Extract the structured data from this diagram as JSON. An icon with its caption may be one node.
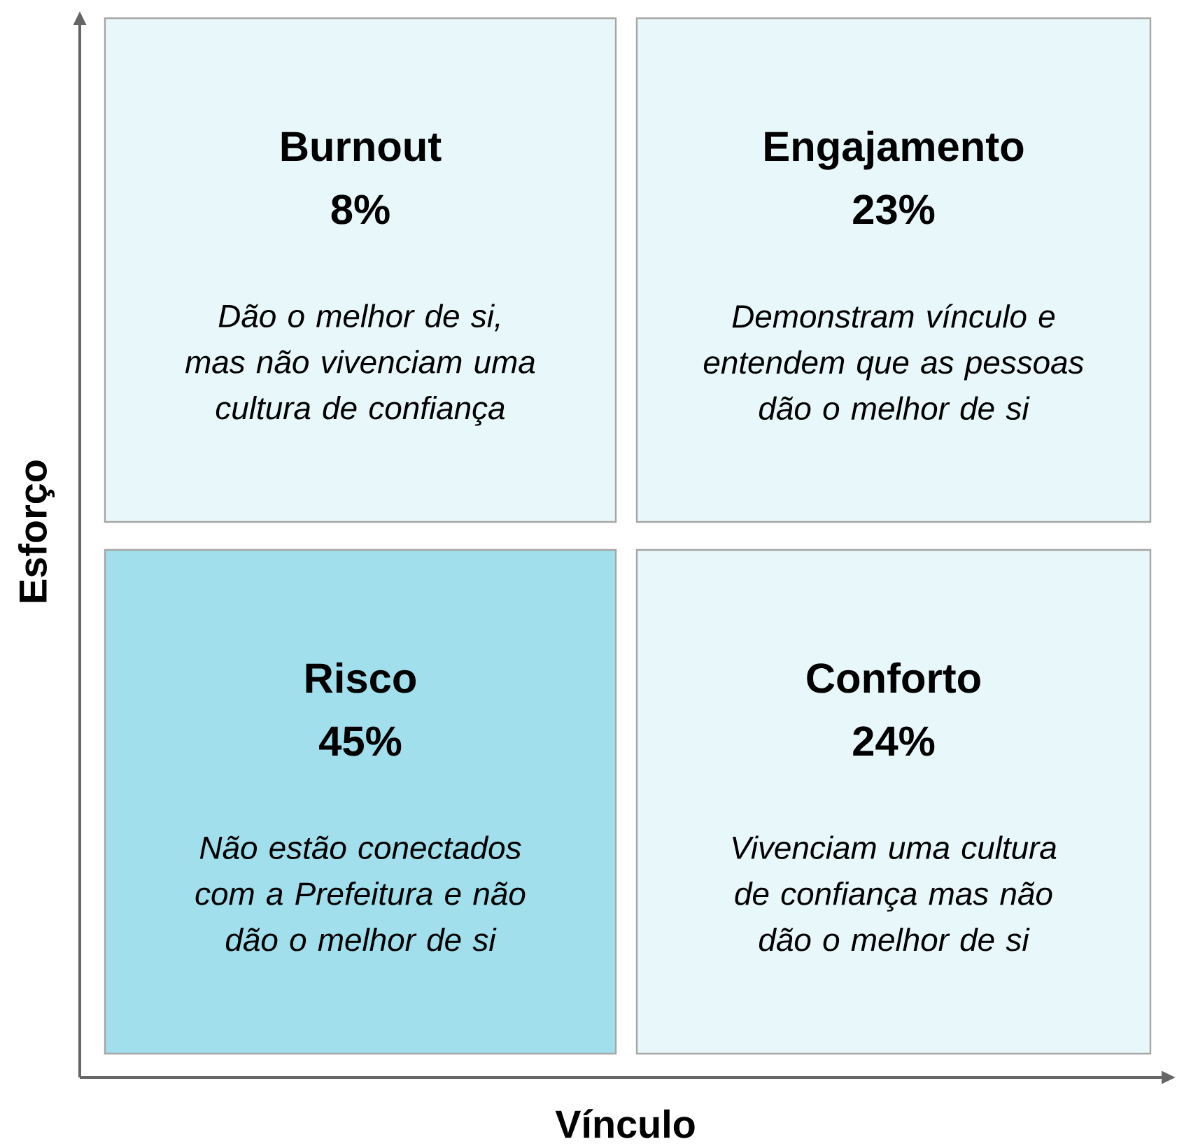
{
  "diagram": {
    "nodes": [
      {
        "text": [
          "Burnout",
          "8%",
          "Dão o melhor de si, mas não vivenciam uma cultura de confiança"
        ]
      },
      {
        "text": [
          "Engajamento",
          "23%",
          "Demonstram vínculo e entendem que as pessoas dão o melhor de si"
        ]
      },
      {
        "text": [
          "Risco",
          "45%",
          "Não estão conectados com a Prefeitura e não dão o melhor de si"
        ]
      },
      {
        "text": [
          "Conforto",
          "24%",
          "Vivenciam uma cultura de confiança mas não dão o melhor de si"
        ]
      }
    ],
    "edges": [],
    "labels": [
      "Esforço",
      "Vínculo"
    ]
  }
}
